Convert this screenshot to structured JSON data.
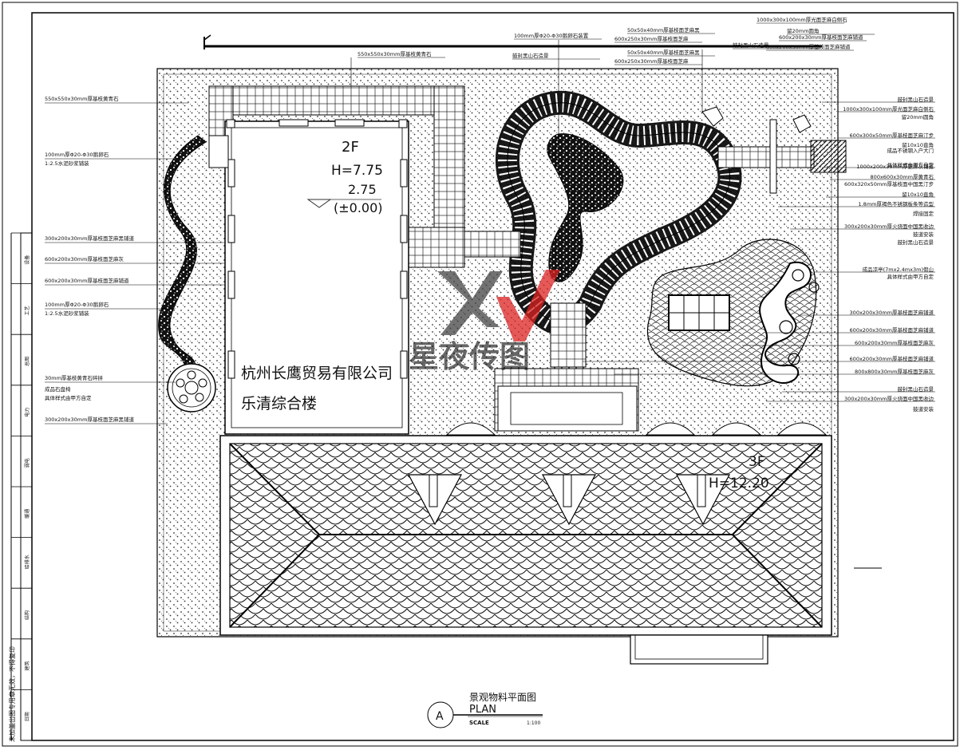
{
  "drawing": {
    "roof_top_label": "2F",
    "roof_top_height": "H=7.75",
    "level_value": "2.75",
    "level_zero": "(±0.00)",
    "roof_main_label": "3F",
    "roof_main_height": "H=12.20",
    "company_line1": "杭州长鹰贸易有限公司",
    "company_line2": "乐清综合楼",
    "watermark": "星夜传图",
    "title_cn": "景观物料平面图",
    "title_en": "PLAN",
    "scale_label": "SCALE",
    "scale_value": "1:100",
    "section_mark": "A"
  },
  "left_notes": [
    "550x550x30mm厚基枝黄青石",
    "100mm厚Φ20-Φ30鹅卵石",
    "1:2.5水泥砂浆铺装",
    "300x200x30mm厚基枝面芝麻黑铺道",
    "600x200x30mm厚基枝面芝麻灰",
    "600x200x30mm厚基枝面芝麻铺道",
    "100mm厚Φ20-Φ30鹅卵石",
    "1:2.5水泥砂浆铺装",
    "30mm厚基枝黄青石碎拼",
    "成品石盘椅",
    "具体样式由甲方自定",
    "300x200x30mm厚基枝面芝麻黑铺道"
  ],
  "top_notes": [
    "550x550x30mm厚基枝黄青石",
    "100mm厚Φ20-Φ30鹅卵石装置",
    "鼓封黑山石造景",
    "50x50x40mm厚基枝面芝麻黑",
    "600x250x30mm厚基枝面芝麻",
    "50x50x40mm厚基枝面芝麻黑",
    "600x250x30mm厚基枝面芝麻",
    "鼓封黑山石造景",
    "1000x300x100mm厚光面芝麻白侧石",
    "留20mm圆角",
    "600x200x30mm厚基枝面芝麻铺道",
    "600x200x30mm厚基枝面芝麻铺道"
  ],
  "right_notes": [
    "鼓封黑山石造景",
    "1000x300x100mm厚光面芝麻白侧石",
    "留20mm圆角",
    "600x300x50mm厚基枝面芝麻汀步",
    "留10x10直角",
    "成品不锈钢入户大门",
    "具体样式由甲方自定",
    "1000x200x30mm厚芝麻灰铺道",
    "800x600x30mm厚黄青石",
    "600x320x50mm厚基枝面中国黑汀步",
    "留10x10直角",
    "1.8mm厚褐色不锈钢板条等造型",
    "焊接固定",
    "300x200x30mm厚火烧面中国黑收边",
    "鼓道安装",
    "鼓封黑山石造景",
    "成品凉亭(7mx2.4mx3m)假山",
    "具体样式由甲方自定",
    "300x200x30mm厚基枝面芝麻铺道",
    "600x200x30mm厚基枝面芝麻铺道",
    "600x200x30mm厚基枝面芝麻灰",
    "600x200x30mm厚基枝面芝麻铺道",
    "800x800x30mm厚基枝面芝麻灰",
    "鼓封黑山石造景",
    "300x200x30mm厚火烧面中国黑收边",
    "鼓道安装"
  ],
  "side_strip": {
    "labels": [
      "设备",
      "工艺",
      "总图",
      "电力",
      "弱电",
      "暖通",
      "给排水",
      "结构",
      "建筑",
      "日期"
    ],
    "vertical_note": "未加盖出图专用章无效，不得复印"
  }
}
